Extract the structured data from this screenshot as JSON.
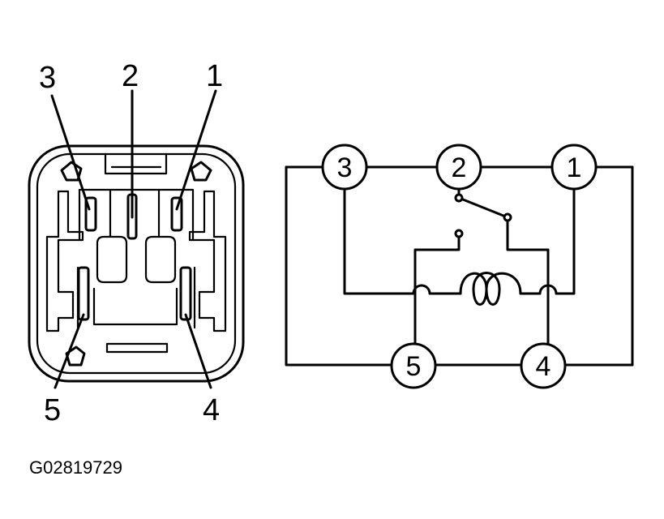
{
  "connector": {
    "terminal_labels": [
      "1",
      "2",
      "3",
      "4",
      "5"
    ]
  },
  "schematic": {
    "terminal_labels": [
      "1",
      "2",
      "3",
      "4",
      "5"
    ]
  },
  "figure_code": "G02819729"
}
